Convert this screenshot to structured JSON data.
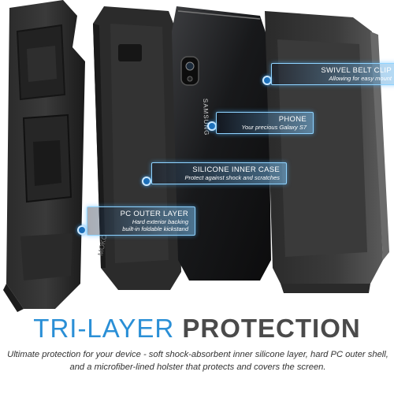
{
  "callouts": {
    "belt_clip": {
      "title": "SWIVEL BELT CLIP",
      "subtitle": "Allowing for easy mount"
    },
    "phone": {
      "title": "PHONE",
      "subtitle": "Your precious Galaxy S7"
    },
    "inner_case": {
      "title": "SILICONE INNER CASE",
      "subtitle": "Protect against shock and scratches"
    },
    "outer_layer": {
      "title": "PC OUTER LAYER",
      "subtitle_line1": "Hard exterior backing",
      "subtitle_line2": "built-in foldable kickstand"
    }
  },
  "product_marks": {
    "phone_brand": "SAMSUNG",
    "case_brand": "MOKO"
  },
  "headline": {
    "part1": "TRI-LAYER",
    "part2": "PROTECTION"
  },
  "description": "Ultimate protection for your device - soft shock-absorbent inner silicone layer, hard PC outer shell, and a microfiber-lined holster that protects and covers the screen.",
  "colors": {
    "accent": "#2a8fd6",
    "callout_border": "#8fd3ff",
    "case_dark": "#1e1e1e"
  }
}
